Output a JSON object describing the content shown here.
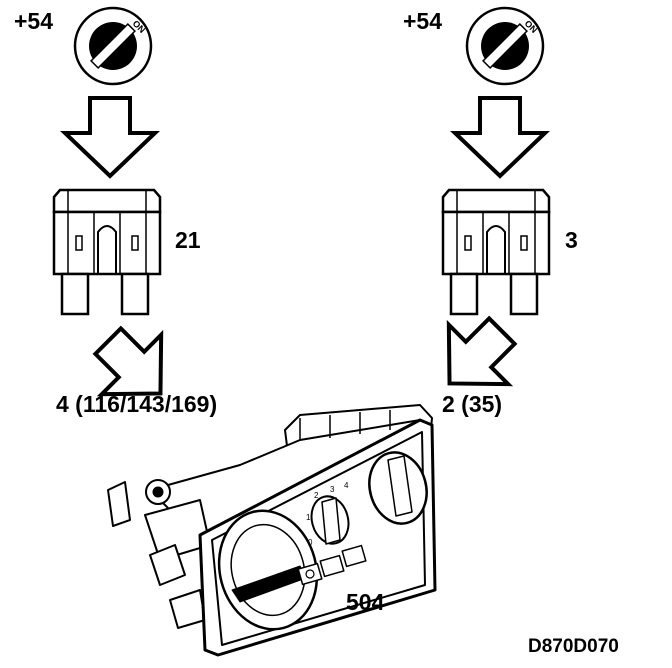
{
  "left_branch": {
    "supply": "+54",
    "ignition_switch_label": "ON",
    "fuse_number": "21",
    "circuit": "4 (116/143/169)"
  },
  "right_branch": {
    "supply": "+54",
    "ignition_switch_label": "ON",
    "fuse_number": "3",
    "circuit": "2 (35)"
  },
  "component": {
    "number": "504"
  },
  "figure_code": "D870D070"
}
